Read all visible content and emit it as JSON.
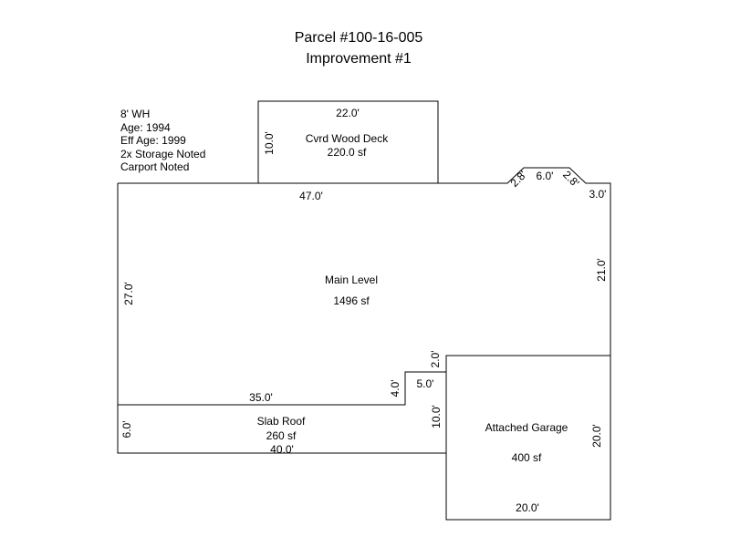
{
  "header": {
    "parcel": "Parcel #100-16-005",
    "improvement": "Improvement #1"
  },
  "notes": [
    "8' WH",
    "Age: 1994",
    "Eff Age: 1999",
    "2x Storage Noted",
    "Carport Noted"
  ],
  "areas": {
    "deck": {
      "name": "Cvrd Wood Deck",
      "area": "220.0 sf"
    },
    "main": {
      "name": "Main Level",
      "area": "1496 sf"
    },
    "slab": {
      "name": "Slab Roof",
      "area": "260 sf"
    },
    "garage": {
      "name": "Attached Garage",
      "area": "400 sf"
    }
  },
  "dimensions": {
    "deck_width": "22.0'",
    "deck_depth": "10.0'",
    "main_top": "47.0'",
    "bay_left": "2.8'",
    "bay_mid": "6.0'",
    "bay_right": "2.8'",
    "main_right_top": "3.0'",
    "main_right": "21.0'",
    "main_left": "27.0'",
    "main_bottom": "35.0'",
    "step_vertical": "4.0'",
    "step_horizontal": "5.0'",
    "step_upper": "2.0'",
    "slab_left": "6.0'",
    "slab_bottom": "40.0'",
    "garage_left": "10.0'",
    "garage_right": "20.0'",
    "garage_bottom": "20.0'"
  }
}
